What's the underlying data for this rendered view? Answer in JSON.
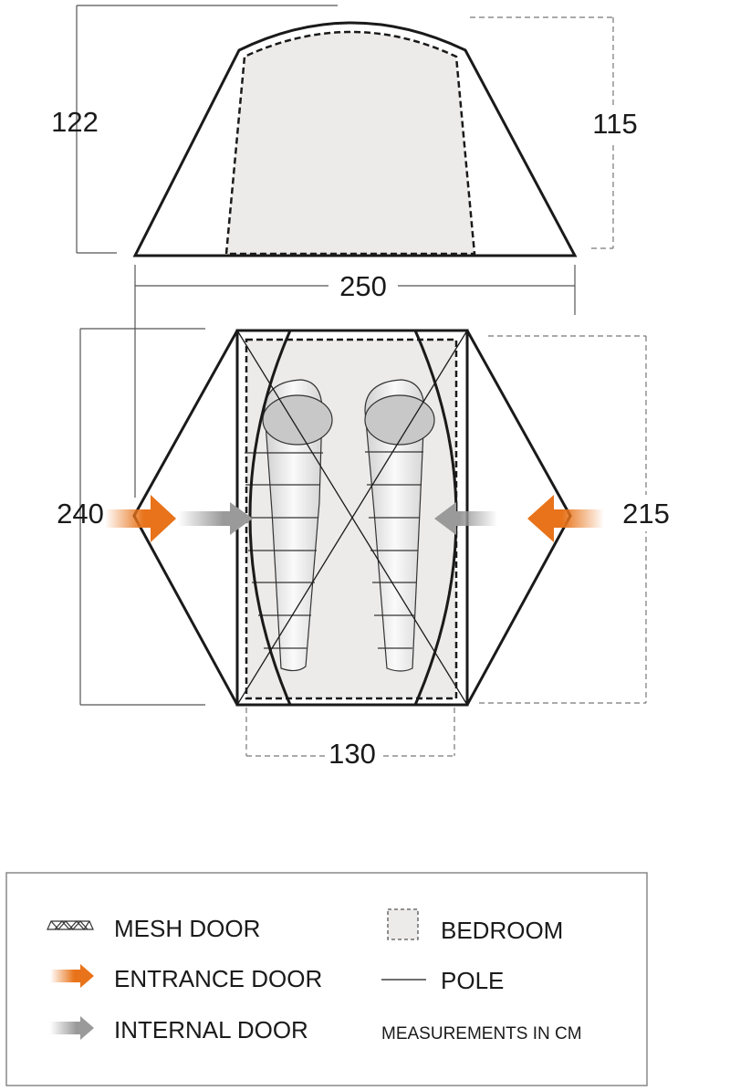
{
  "side_view": {
    "height_outer": "122",
    "height_inner": "115",
    "width_total": "250"
  },
  "floor_plan": {
    "length_outer": "240",
    "length_inner": "215",
    "width_inner": "130"
  },
  "legend": {
    "mesh_door": "MESH DOOR",
    "entrance_door": "ENTRANCE DOOR",
    "internal_door": "INTERNAL DOOR",
    "bedroom": "BEDROOM",
    "pole": "POLE",
    "units_note": "MEASUREMENTS IN CM"
  },
  "colors": {
    "entrance_arrow": "#e8731a",
    "internal_arrow": "#9a9a9a",
    "bedroom_fill": "#edebea",
    "outline": "#1a1a1a"
  }
}
